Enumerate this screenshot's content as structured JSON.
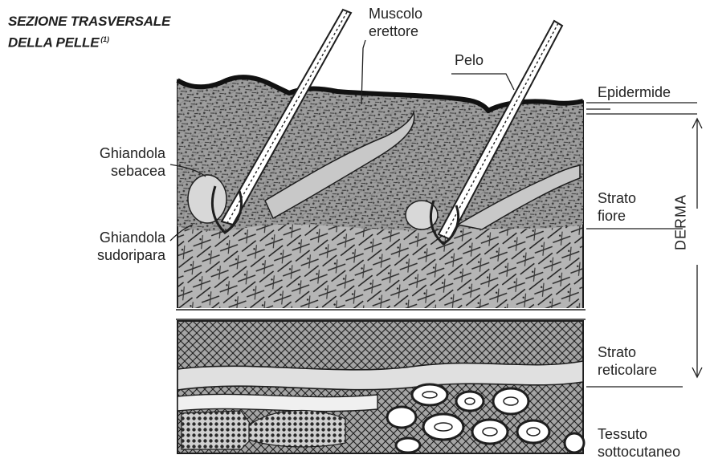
{
  "title": {
    "line1": "SEZIONE TRASVERSALE",
    "line2": "DELLA PELLE",
    "footnote_mark": "(1)"
  },
  "labels": {
    "muscolo_line1": "Muscolo",
    "muscolo_line2": "erettore",
    "pelo": "Pelo",
    "ghiandola_sebacea_line1": "Ghiandola",
    "ghiandola_sebacea_line2": "sebacea",
    "ghiandola_sudoripara_line1": "Ghiandola",
    "ghiandola_sudoripara_line2": "sudoripara",
    "epidermide": "Epidermide",
    "strato_fiore_line1": "Strato",
    "strato_fiore_line2": "fiore",
    "derma": "DERMA",
    "strato_reticolare_line1": "Strato",
    "strato_reticolare_line2": "reticolare",
    "tessuto_line1": "Tessuto",
    "tessuto_line2": "sottocutaneo"
  },
  "colors": {
    "ink": "#1e1e1e",
    "paper": "#ffffff",
    "tissue_fill": "#8a8a8a"
  }
}
